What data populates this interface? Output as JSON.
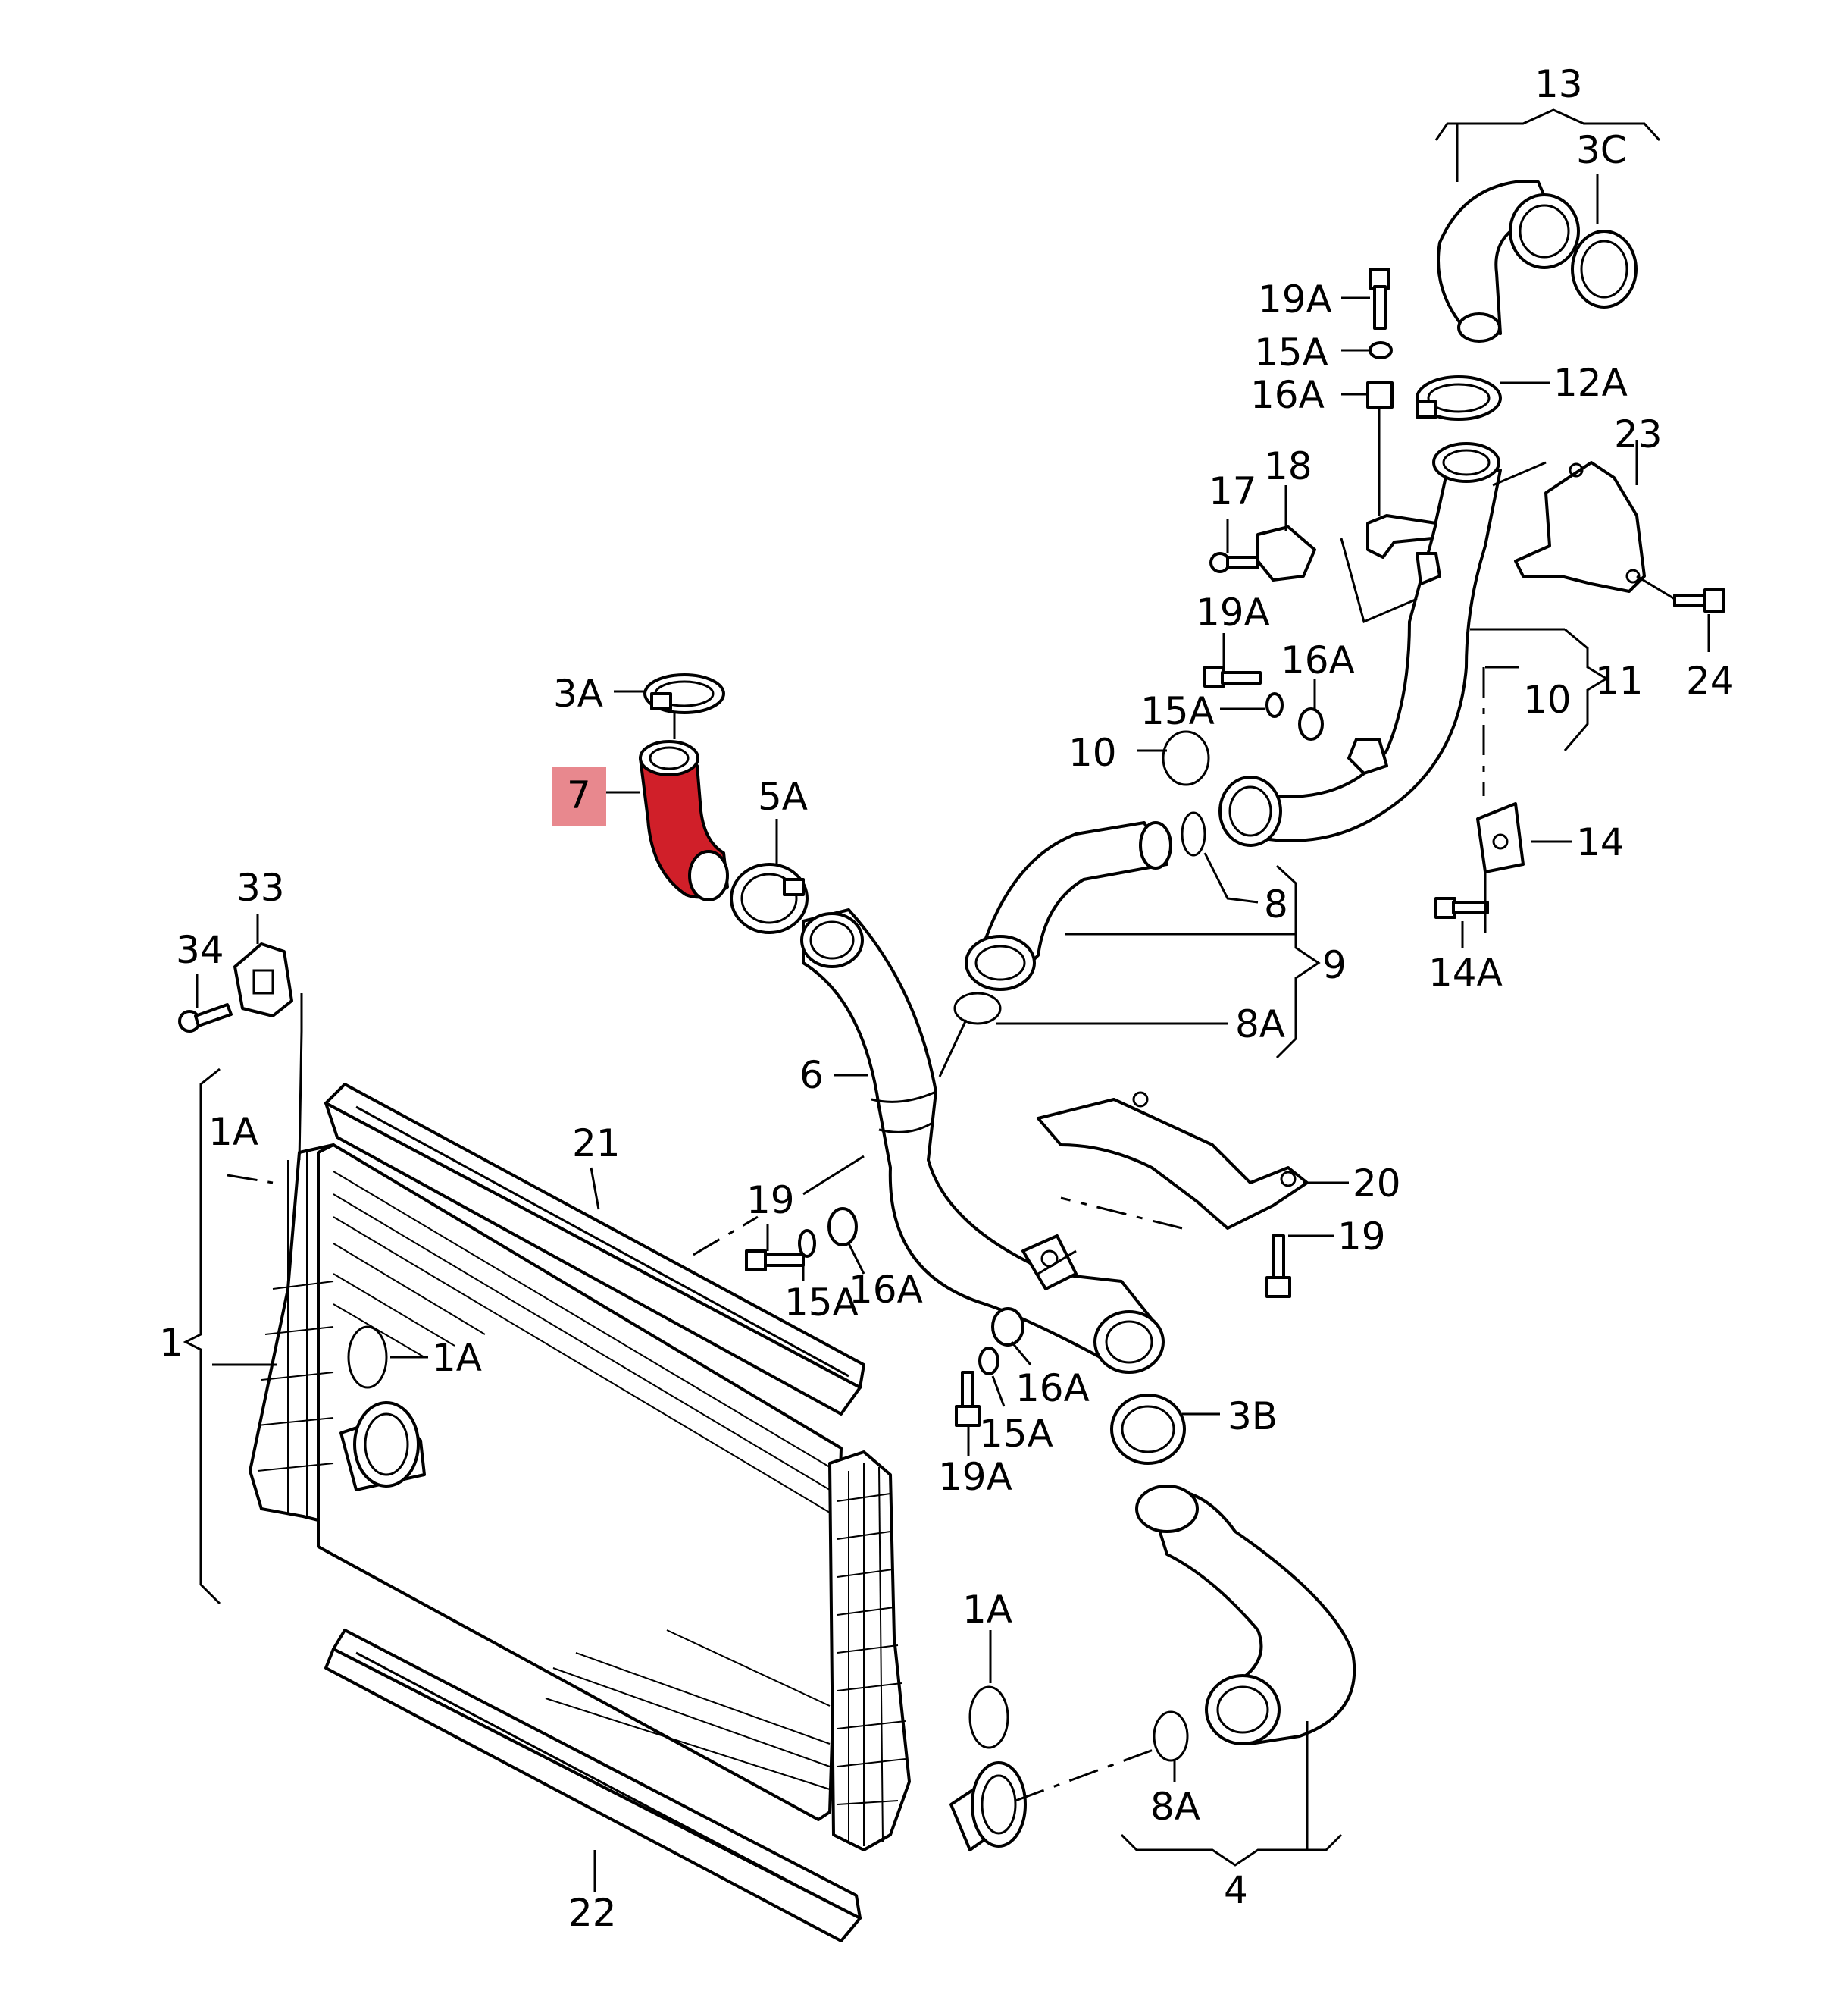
{
  "highlight_color": "#e8888e",
  "highlighted_part_color": "#d01f29",
  "labels": [
    {
      "id": "l13",
      "text": "13"
    },
    {
      "id": "l3c",
      "text": "3C"
    },
    {
      "id": "l19a_top",
      "text": "19A"
    },
    {
      "id": "l15a_top",
      "text": "15A"
    },
    {
      "id": "l16a_top",
      "text": "16A"
    },
    {
      "id": "l12a",
      "text": "12A"
    },
    {
      "id": "l23",
      "text": "23"
    },
    {
      "id": "l17",
      "text": "17"
    },
    {
      "id": "l18",
      "text": "18"
    },
    {
      "id": "l19a_mid",
      "text": "19A"
    },
    {
      "id": "l16a_mid",
      "text": "16A"
    },
    {
      "id": "l15a_mid",
      "text": "15A"
    },
    {
      "id": "l10_left",
      "text": "10"
    },
    {
      "id": "l11",
      "text": "11"
    },
    {
      "id": "l10_right",
      "text": "10"
    },
    {
      "id": "l24",
      "text": "24"
    },
    {
      "id": "l3a",
      "text": "3A"
    },
    {
      "id": "l7",
      "text": "7"
    },
    {
      "id": "l5a",
      "text": "5A"
    },
    {
      "id": "l14",
      "text": "14"
    },
    {
      "id": "l8",
      "text": "8"
    },
    {
      "id": "l9",
      "text": "9"
    },
    {
      "id": "l14a",
      "text": "14A"
    },
    {
      "id": "l33",
      "text": "33"
    },
    {
      "id": "l34",
      "text": "34"
    },
    {
      "id": "l8a_top",
      "text": "8A"
    },
    {
      "id": "l6",
      "text": "6"
    },
    {
      "id": "l1a_left",
      "text": "1A"
    },
    {
      "id": "l21",
      "text": "21"
    },
    {
      "id": "l20",
      "text": "20"
    },
    {
      "id": "l19_left",
      "text": "19"
    },
    {
      "id": "l19_right",
      "text": "19"
    },
    {
      "id": "l15a_low",
      "text": "15A"
    },
    {
      "id": "l16a_low",
      "text": "16A"
    },
    {
      "id": "l1",
      "text": "1"
    },
    {
      "id": "l1a_mid",
      "text": "1A"
    },
    {
      "id": "l16a_bot",
      "text": "16A"
    },
    {
      "id": "l3b",
      "text": "3B"
    },
    {
      "id": "l15a_bot",
      "text": "15A"
    },
    {
      "id": "l19a_bot",
      "text": "19A"
    },
    {
      "id": "l1a_low",
      "text": "1A"
    },
    {
      "id": "l8a_bot",
      "text": "8A"
    },
    {
      "id": "l4",
      "text": "4"
    },
    {
      "id": "l22",
      "text": "22"
    }
  ]
}
